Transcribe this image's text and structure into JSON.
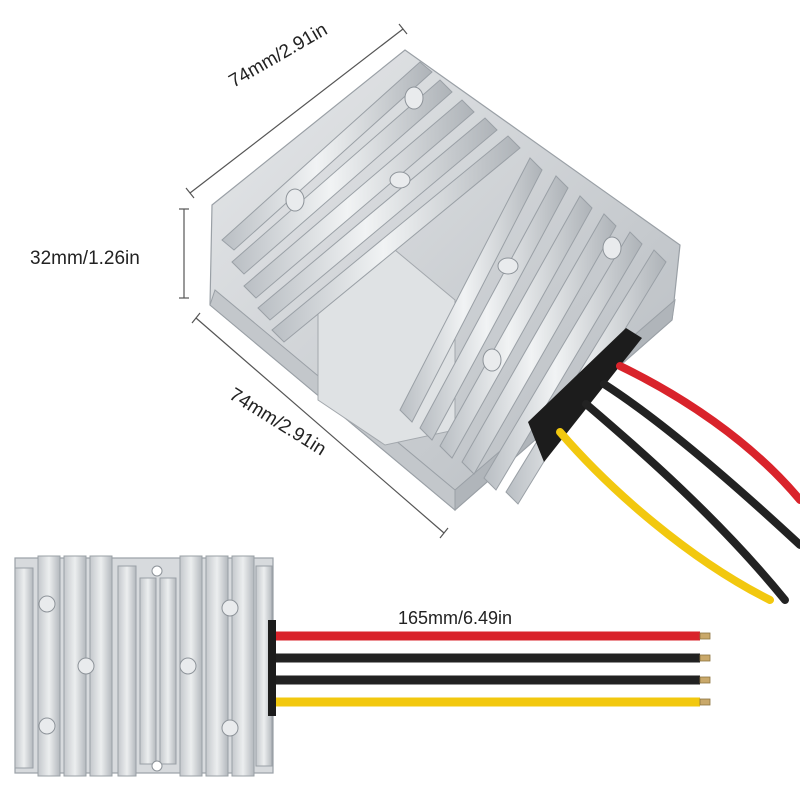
{
  "dimensions": {
    "top_length": "74mm/2.91in",
    "height": "32mm/1.26in",
    "bottom_length": "74mm/2.91in",
    "wire_length": "165mm/6.49in"
  },
  "wires": [
    {
      "color": "red",
      "hex": "#d9232b"
    },
    {
      "color": "black",
      "hex": "#222222"
    },
    {
      "color": "black",
      "hex": "#222222"
    },
    {
      "color": "yellow",
      "hex": "#f2c80f"
    }
  ],
  "colors": {
    "housing": "#d6d9dc",
    "housing_shadow": "#a9aeb3",
    "housing_light": "#eef0f2"
  }
}
